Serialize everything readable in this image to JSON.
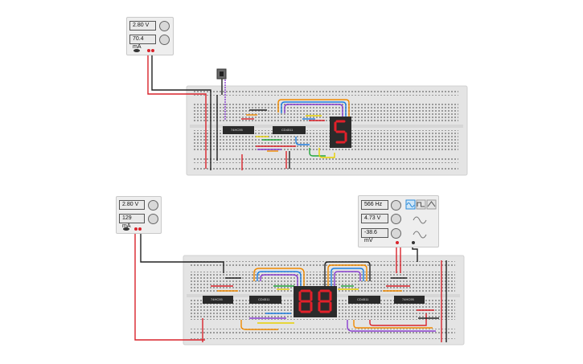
{
  "psu_top": {
    "voltage": "2.80 V",
    "current": "70.4 mA"
  },
  "psu_bottom": {
    "voltage": "2.80 V",
    "current": "129 mA"
  },
  "function_generator": {
    "frequency": "566 Hz",
    "amplitude": "4.73 V",
    "offset": "-38.6 mV",
    "waveforms": [
      "sine",
      "square",
      "triangle"
    ]
  },
  "top_board": {
    "chips": [
      "74HC95",
      "CD4511"
    ],
    "display_digits": "5"
  },
  "bottom_board": {
    "chips": [
      "74HC95",
      "CD4511",
      "CD4511",
      "74HC95"
    ],
    "display_digits": "88"
  },
  "colors": {
    "board": "#e4e4e4",
    "wire_red": "#d9232b",
    "wire_black": "#222222",
    "display_on": "#e3202a",
    "display_bg": "#2b2b2b",
    "chip": "#2a2a2a"
  },
  "icons": {
    "knob": "knob-icon",
    "push_button": "push-button-icon",
    "sine": "sine-wave-icon",
    "square": "square-wave-icon",
    "triangle": "triangle-wave-icon"
  }
}
